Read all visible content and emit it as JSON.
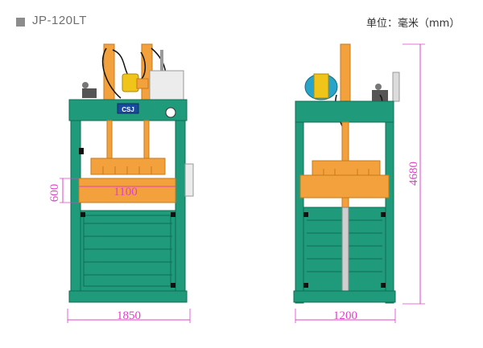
{
  "header": {
    "model": "JP-120LT",
    "unit": "单位：毫米（mm）"
  },
  "machine": {
    "brand_plate": "CSJ"
  },
  "dimensions": {
    "front_width": "1850",
    "chamber_width": "1100",
    "chamber_height": "600",
    "side_width": "1200",
    "total_height": "4680"
  },
  "colors": {
    "frame": "#1f9a7a",
    "frame_dark": "#0f6f55",
    "cylinder": "#f3a13c",
    "cylinder_edge": "#c77a1c",
    "dimension": "#e040c8",
    "motor_box": "#ececec"
  }
}
